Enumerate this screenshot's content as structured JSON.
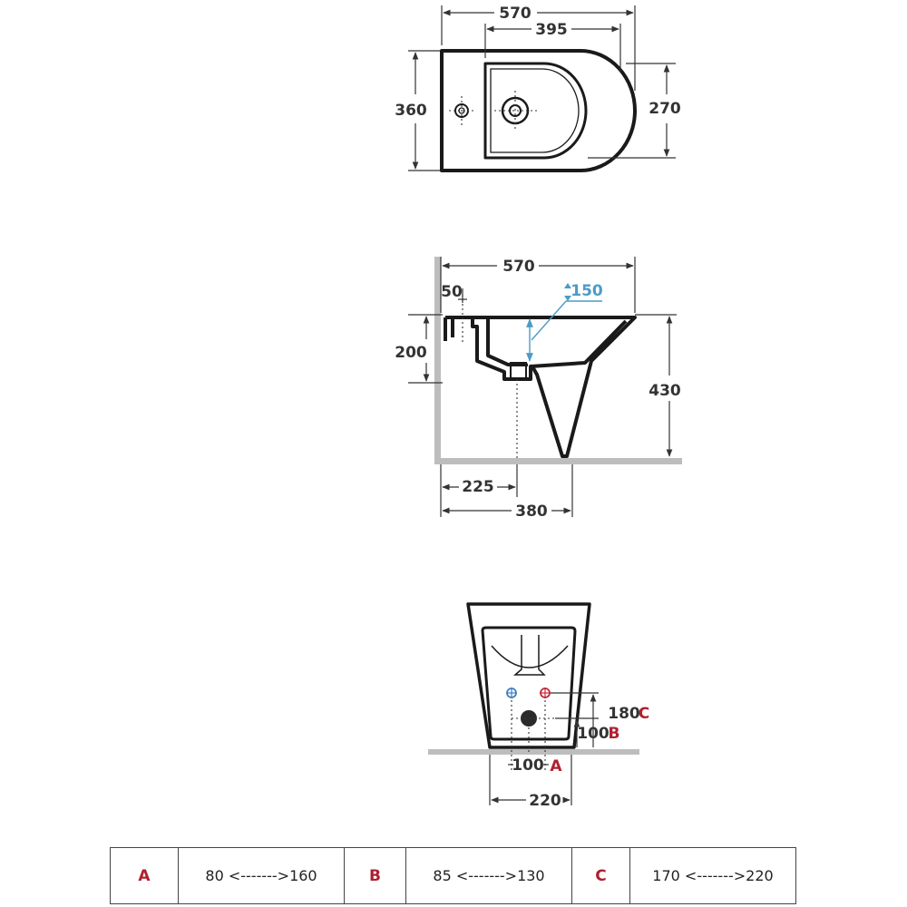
{
  "top_view": {
    "overall_length": "570",
    "bowl_length": "395",
    "overall_width": "360",
    "bowl_width": "270"
  },
  "side_view": {
    "overall_length": "570",
    "tap_offset": "50",
    "drain_height": "150",
    "rim_depth": "200",
    "overall_height": "430",
    "drain_distance": "225",
    "base_depth": "380"
  },
  "rear_view": {
    "inlet_height": "180",
    "inlet_tag": "C",
    "drain_height": "100",
    "drain_tag": "B",
    "inlet_spacing": "100",
    "inlet_spacing_tag": "A",
    "base_width": "220"
  },
  "legend": {
    "rows": [
      {
        "key": "A",
        "range": "80 <------->160"
      },
      {
        "key": "B",
        "range": "85 <------->130"
      },
      {
        "key": "C",
        "range": "170 <------->220"
      }
    ]
  },
  "colors": {
    "outline": "#1a1a1a",
    "accent_red": "#b01f2e",
    "accent_blue": "#4a9cc9",
    "floor": "#bdbdbd"
  }
}
